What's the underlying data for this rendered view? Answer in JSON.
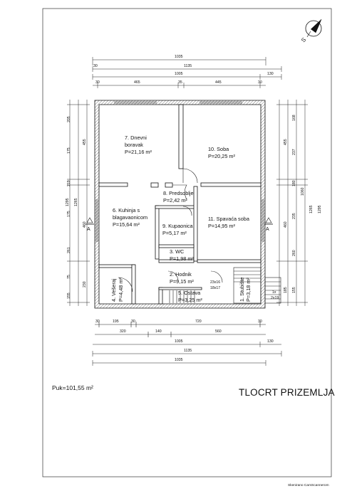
{
  "rooms": {
    "r7": {
      "name": "7. Dnevni",
      "name2": "boravak",
      "area": "P=21,16 m²"
    },
    "r10": {
      "name": "10. Soba",
      "area": "P=20,25 m²"
    },
    "r8": {
      "name": "8. Predsoblje",
      "area": "P=2,42 m²"
    },
    "r6": {
      "name": "6. Kuhinja s",
      "name2": "blagavaonicom",
      "area": "P=15,64 m²"
    },
    "r9": {
      "name": "9. Kupaonica",
      "area": "P=5,17 m²"
    },
    "r11": {
      "name": "11. Spavaća soba",
      "area": "P=14,95 m²"
    },
    "r3": {
      "name": "3. WC",
      "area": "P=1,98 m²"
    },
    "r2": {
      "name": "2. Hodnik",
      "area": "P=9,15 m²"
    },
    "r4": {
      "name": "4. Vešeraj",
      "area": "P=4,48 m²"
    },
    "r5": {
      "name": "5. Ostava",
      "area": "P=3,25 m²"
    },
    "r1": {
      "name": "1. Stubište",
      "area": "P=3,18 m²"
    }
  },
  "stair_labels": {
    "a": "23x16",
    "b": "18x17",
    "c": "1x",
    "d": "2x19"
  },
  "section_marker": "A",
  "north_label": "S",
  "puk": "Puk=101,55 m²",
  "title": "TLOCRT PRIZEMLJA",
  "scanner_note": "Skenirano CamScannerom",
  "dims": {
    "top1": "1035",
    "top2": "1135",
    "top3": "1005",
    "top3b": "130",
    "top4": [
      "30",
      "465",
      "35",
      "445",
      "30"
    ],
    "bot1": [
      "30",
      "195",
      "30",
      "720",
      "30"
    ],
    "bot2": [
      "320",
      "140",
      "560"
    ],
    "bot3": "1005",
    "bot3b": "130",
    "bot4": "1135",
    "bot5": "1035",
    "left_inner": [
      "205",
      "175",
      "219",
      "175",
      "261",
      "75",
      "155"
    ],
    "left_mid": [
      "455",
      "460",
      "230"
    ],
    "left_out": [
      "1265",
      "1295"
    ],
    "left_small": [
      "30",
      "30",
      "30",
      "30"
    ],
    "right_inner": [
      "168",
      "237",
      "180",
      "235",
      "260",
      "155"
    ],
    "right_mid": [
      "455",
      "460",
      "185"
    ],
    "right_out": [
      "1060",
      "1265",
      "1295"
    ],
    "right_small": [
      "30",
      "30",
      "30",
      "30"
    ]
  }
}
